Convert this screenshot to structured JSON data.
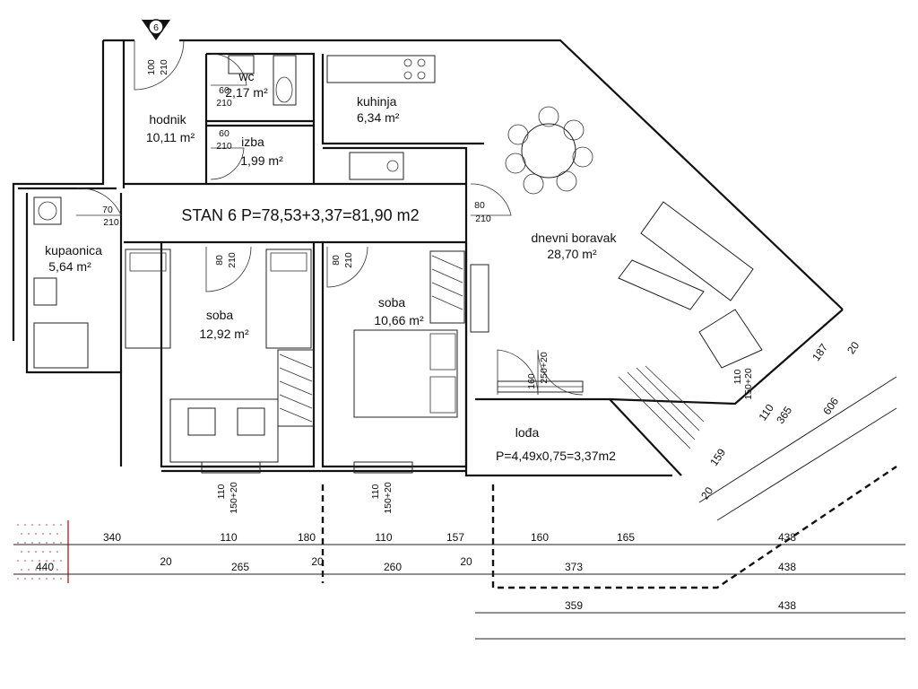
{
  "title": "STAN 6 P=78,53+3,37=81,90 m2",
  "section_marker": "6",
  "rooms": [
    {
      "id": "wc",
      "name": "wc",
      "area": "2,17 m²"
    },
    {
      "id": "hodnik",
      "name": "hodnik",
      "area": "10,11 m²"
    },
    {
      "id": "izba",
      "name": "izba",
      "area": "1,99 m²"
    },
    {
      "id": "kuhinja",
      "name": "kuhinja",
      "area": "6,34 m²"
    },
    {
      "id": "kupaonica",
      "name": "kupaonica",
      "area": "5,64 m²"
    },
    {
      "id": "soba1",
      "name": "soba",
      "area": "12,92 m²"
    },
    {
      "id": "soba2",
      "name": "soba",
      "area": "10,66 m²"
    },
    {
      "id": "dnevni",
      "name": "dnevni boravak",
      "area": "28,70 m²"
    },
    {
      "id": "loda",
      "name": "lođa",
      "area": "P=4,49x0,75=3,37m2"
    }
  ],
  "door_labels": {
    "entry_w": "100",
    "entry_h": "210",
    "wc_w": "60",
    "wc_h": "210",
    "izba_w": "60",
    "izba_h": "210",
    "kup_w": "70",
    "kup_h": "210",
    "liv_w": "80",
    "liv_h": "210",
    "s1_w": "80",
    "s1_h": "210",
    "s2_w": "80",
    "s2_h": "210",
    "loda_w": "160",
    "loda_h": "250+20",
    "win1_w": "110",
    "win1_h": "150+20",
    "win2_w": "110",
    "win2_h": "150+20",
    "win3_w": "110",
    "win3_h": "150+20"
  },
  "dims": {
    "row1": [
      "340",
      "110",
      "180",
      "110",
      "157",
      "160",
      "165",
      "438"
    ],
    "row2": [
      "440",
      "20",
      "265",
      "20",
      "260",
      "20",
      "373",
      "438"
    ],
    "row3": [
      "359",
      "438"
    ],
    "diag": [
      "20",
      "187",
      "606",
      "365",
      "110",
      "159",
      "20"
    ]
  }
}
